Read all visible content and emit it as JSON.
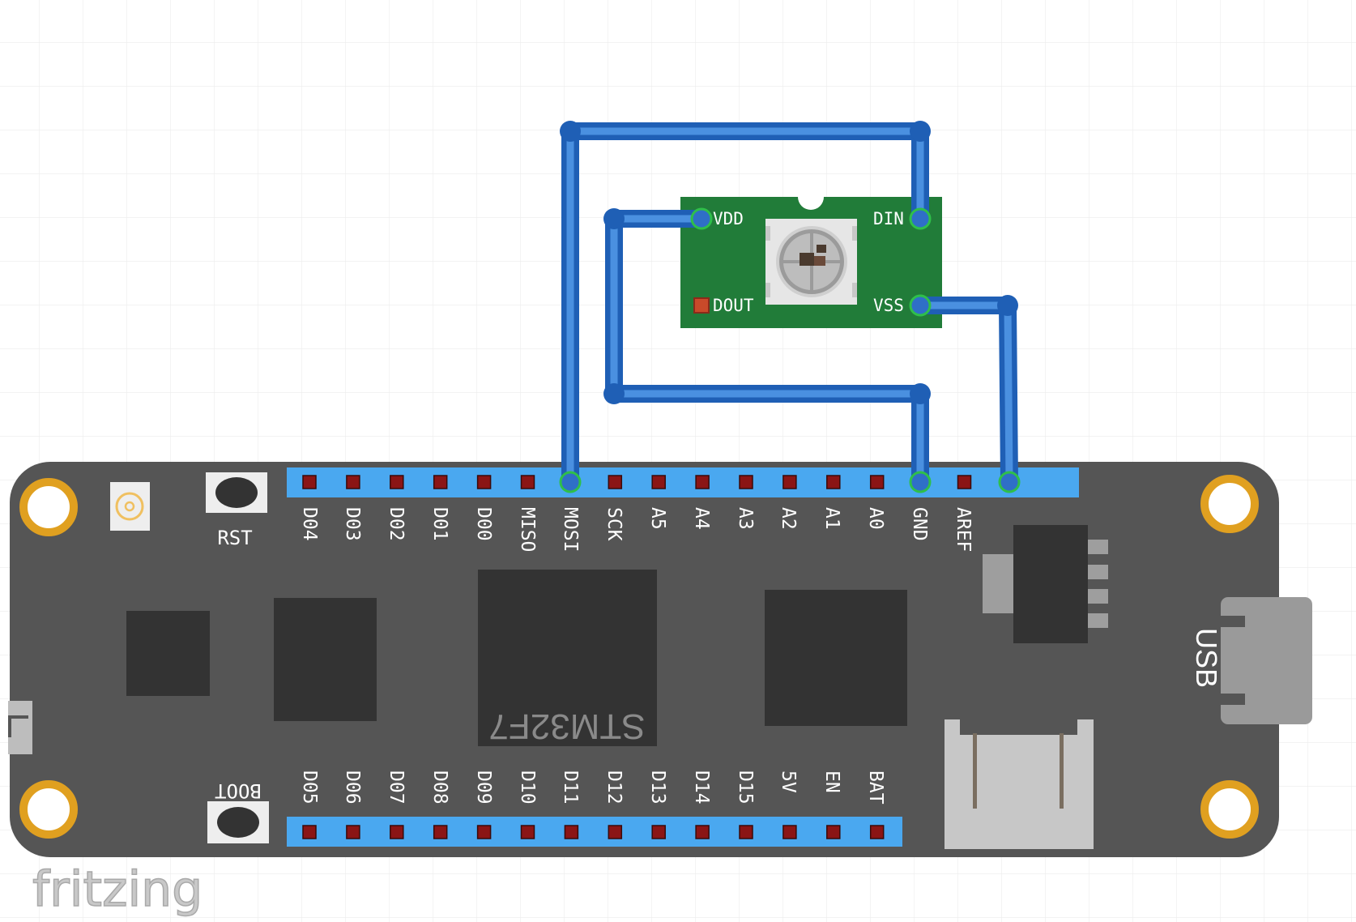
{
  "board": {
    "chip_label": "STM32F7",
    "usb_label": "USB",
    "rst_label": "RST",
    "boot_label": "BOOT",
    "top_pins": [
      "D04",
      "D03",
      "D02",
      "D01",
      "D00",
      "MISO",
      "MOSI",
      "SCK",
      "A5",
      "A4",
      "A3",
      "A2",
      "A1",
      "A0",
      "GND",
      "AREF"
    ],
    "bottom_pins": [
      "D05",
      "D06",
      "D07",
      "D08",
      "D09",
      "D10",
      "D11",
      "D12",
      "D13",
      "D14",
      "D15",
      "5V",
      "EN",
      "BAT"
    ]
  },
  "led": {
    "vdd_label": "VDD",
    "din_label": "DIN",
    "dout_label": "DOUT",
    "vss_label": "VSS"
  },
  "brand_label": "fritzing",
  "colors": {
    "board": "#555555",
    "header": "#4aa8f0",
    "pin": "#8b1515",
    "wire": "#2f6fc7",
    "pcb": "#217c39",
    "mount": "#e0a020"
  }
}
